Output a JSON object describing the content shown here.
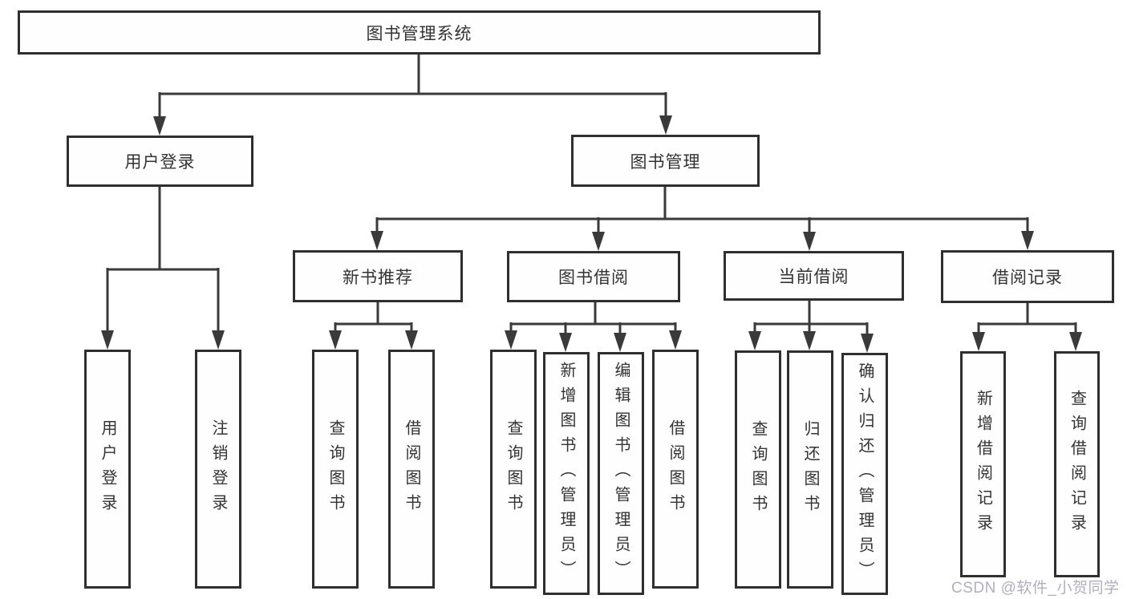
{
  "colors": {
    "background": "#ffffff",
    "box_border": "#2f2f2f",
    "connector_line": "#3a3a3a",
    "text": "#333333",
    "watermark": "#b0b0bd"
  },
  "nodes": {
    "root": "图书管理系统",
    "user_login": "用户登录",
    "book_management": "图书管理",
    "new_book_recommend": "新书推荐",
    "book_borrowing": "图书借阅",
    "current_borrowing": "当前借阅",
    "borrowing_records": "借阅记录",
    "leaf_user_login": "用户登录",
    "leaf_logout": "注销登录",
    "leaf_query_books_recommend": "查询图书",
    "leaf_borrow_books_recommend": "借阅图书",
    "leaf_query_books_borrowing": "查询图书",
    "leaf_add_books_admin": "新增图书（管理员）",
    "leaf_edit_books_admin": "编辑图书（管理员）",
    "leaf_borrow_books_borrowing": "借阅图书",
    "leaf_query_books_current": "查询图书",
    "leaf_return_books": "归还图书",
    "leaf_confirm_return_admin": "确认归还（管理员）",
    "leaf_add_borrow_record": "新增借阅记录",
    "leaf_query_borrow_record": "查询借阅记录"
  },
  "hierarchy": {
    "图书管理系统": {
      "用户登录": [
        "用户登录",
        "注销登录"
      ],
      "图书管理": {
        "新书推荐": [
          "查询图书",
          "借阅图书"
        ],
        "图书借阅": [
          "查询图书",
          "新增图书（管理员）",
          "编辑图书（管理员）",
          "借阅图书"
        ],
        "当前借阅": [
          "查询图书",
          "归还图书",
          "确认归还（管理员）"
        ],
        "借阅记录": [
          "新增借阅记录",
          "查询借阅记录"
        ]
      }
    }
  },
  "watermark": {
    "text": "CSDN @软件_小贺同学"
  }
}
